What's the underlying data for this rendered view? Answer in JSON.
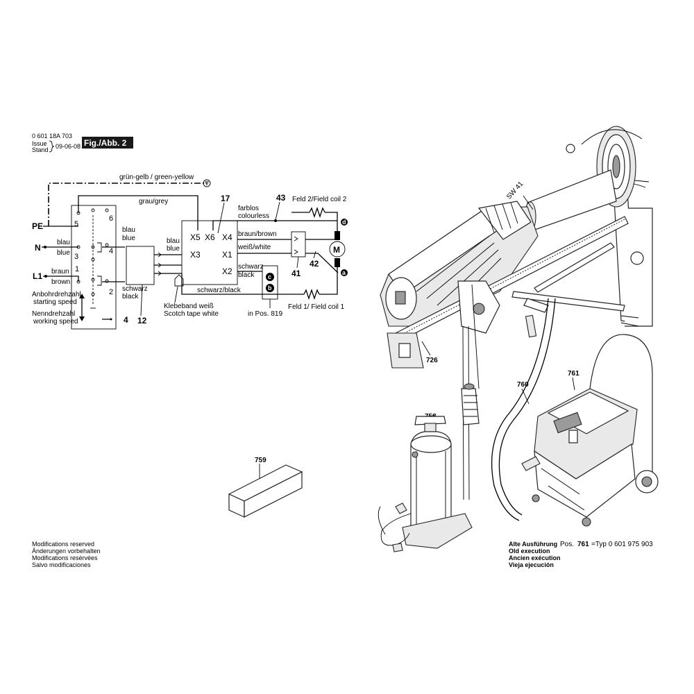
{
  "header": {
    "part_number": "0 601 18A 703",
    "issue_label": "Issue",
    "stand_label": "Stand",
    "date": "09-06-08",
    "fig_label": "Fig./Abb. 2"
  },
  "schematic": {
    "ground_wire": "grün-gelb / green-yellow",
    "grey_wire": "grau/grey",
    "ref_17": "17",
    "ref_43": "43",
    "farblos": "farblos",
    "colourless": "colourless",
    "field_coil_2": "Feld 2/Field coil 2",
    "field_coil_1": "Feld 1/ Field coil 1",
    "pe": "PE",
    "n": "N",
    "l1": "L1",
    "switch_5": "5",
    "switch_6": "6",
    "switch_3": "3",
    "switch_4": "4",
    "switch_1": "1",
    "switch_2": "2",
    "blau_left": "blau",
    "blue_left": "blue",
    "braun_left": "braun",
    "brown_left": "brown",
    "blau_mid": "blau",
    "blue_mid": "blue",
    "blau_box": "blau",
    "blue_box": "blue",
    "schwarz_box": "schwarz",
    "black_box": "black",
    "anbohr_de": "Anbohrdrehzahl",
    "anbohr_en": "starting speed",
    "nenn_de": "Nenndrehzahl",
    "nenn_en": "working speed",
    "ref_4": "4",
    "ref_12": "12",
    "x5": "X5",
    "x6": "X6",
    "x4": "X4",
    "x3": "X3",
    "x1": "X1",
    "x2": "X2",
    "braun_brown": "braun/brown",
    "weiss_white": "weiß/white",
    "schwarz_right": "schwarz",
    "black_right": "black",
    "schwarz_black": "schwarz/black",
    "ref_41": "41",
    "ref_42": "42",
    "motor": "M",
    "term_d": "d",
    "term_a": "a",
    "term_c": "c",
    "term_b": "b",
    "klebeband_de": "Klebeband weiß",
    "klebeband_en": "Scotch tape white",
    "in_pos": "in Pos. 819"
  },
  "parts": {
    "sw41": "SW 41",
    "p726": "726",
    "p758": "758",
    "p759": "759",
    "p760": "760",
    "p761": "761"
  },
  "footer": {
    "mod_en": "Modifications reserved",
    "mod_de": "Änderungen vorbehalten",
    "mod_fr": "Modifications resérvées",
    "mod_es": "Salvo modificaciones",
    "alt_de": "Alte Ausführung",
    "pos_label": "Pos.",
    "pos_num": "761",
    "typ": "=Typ 0 601 975 903",
    "old_en": "Old execution",
    "old_fr": "Ancien exécution",
    "old_es": "Vieja ejecución"
  }
}
